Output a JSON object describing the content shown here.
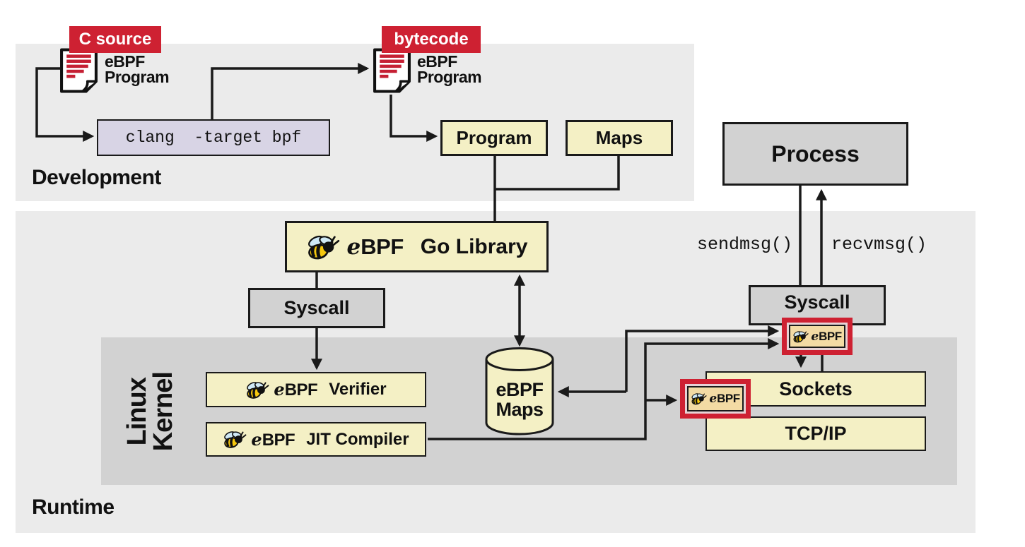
{
  "regions": {
    "development": {
      "label": "Development"
    },
    "runtime": {
      "label": "Runtime"
    },
    "kernel": {
      "line1": "Linux",
      "line2": "Kernel"
    }
  },
  "files": {
    "c_source": {
      "tag": "C source",
      "line1": "eBPF",
      "line2": "Program"
    },
    "bytecode": {
      "tag": "bytecode",
      "line1": "eBPF",
      "line2": "Program"
    }
  },
  "logo": {
    "e": "e",
    "bpf": "BPF"
  },
  "nodes": {
    "clang": {
      "label": "clang  -target bpf"
    },
    "program": {
      "label": "Program"
    },
    "maps": {
      "label": "Maps"
    },
    "process": {
      "label": "Process"
    },
    "go_library": {
      "label": "Go Library"
    },
    "syscall_user": {
      "label": "Syscall"
    },
    "syscall_net": {
      "label": "Syscall"
    },
    "verifier": {
      "label": "Verifier"
    },
    "jit_compiler": {
      "label": "JIT Compiler"
    },
    "ebpf_maps": {
      "line1": "eBPF",
      "line2": "Maps"
    },
    "sockets": {
      "label": "Sockets"
    },
    "tcp_ip": {
      "label": "TCP/IP"
    }
  },
  "annotations": {
    "sendmsg": "sendmsg()",
    "recvmsg": "recvmsg()"
  },
  "colors": {
    "accent_red": "#ce2132",
    "box_yellow": "#f4f0c5",
    "box_gray": "#d2d2d2",
    "box_lavender": "#d8d4e5",
    "badge_tan": "#f3dba4",
    "region_light": "#ebebeb",
    "region_kernel": "#d2d2d2",
    "line": "#1a1a1a"
  }
}
